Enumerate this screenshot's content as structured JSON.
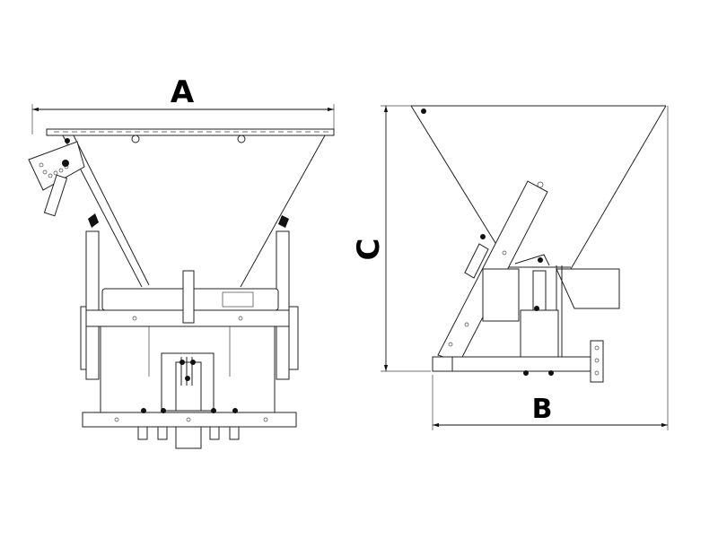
{
  "dimensions": {
    "width_label": "A",
    "depth_label": "B",
    "height_label": "C"
  },
  "colors": {
    "line": "#222222",
    "background": "#ffffff"
  },
  "views": [
    "front-view",
    "side-view"
  ]
}
